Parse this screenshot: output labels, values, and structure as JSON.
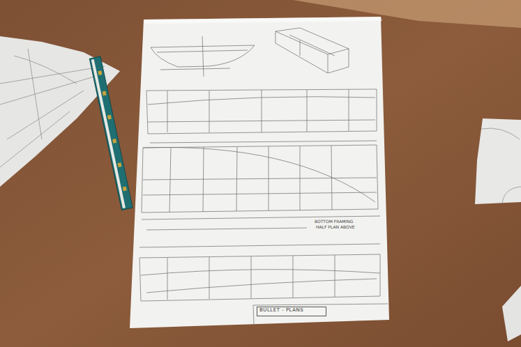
{
  "diagram": {
    "nodes": [
      {
        "text": [
          "BULLET - PLANS"
        ]
      }
    ],
    "labels": [
      "BOTTOM FRAMING",
      "HALF PLAN ABOVE"
    ]
  }
}
